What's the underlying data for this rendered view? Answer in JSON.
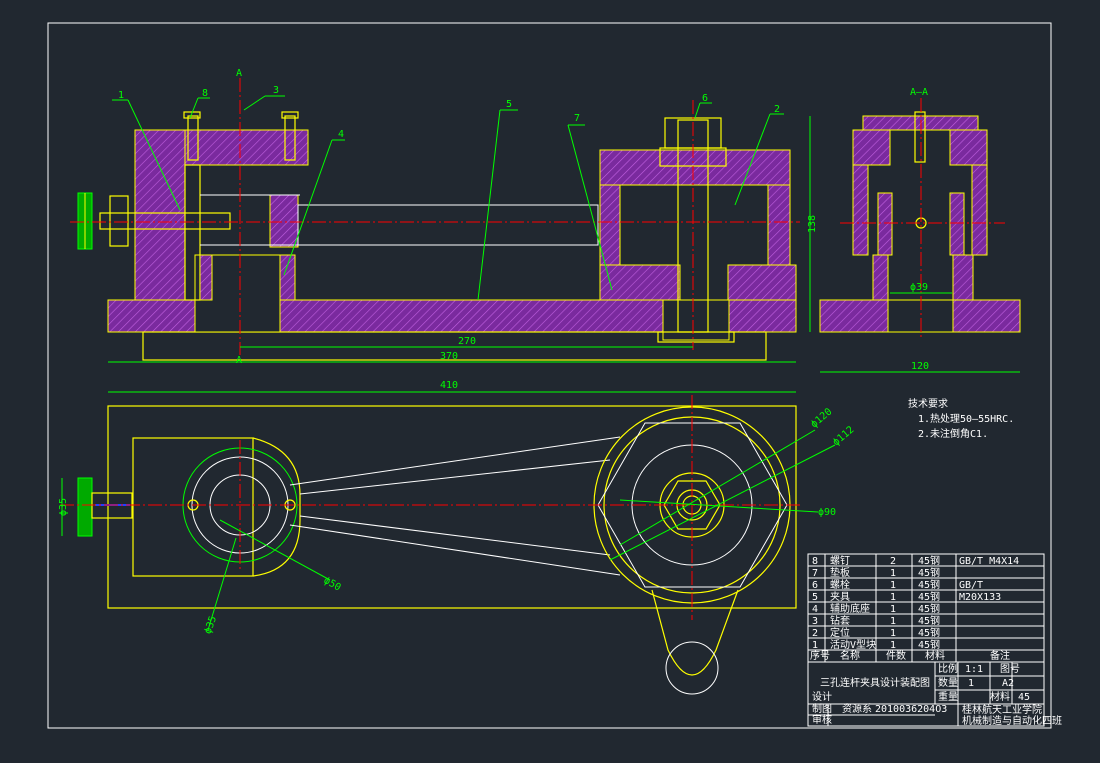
{
  "colors": {
    "background": "#212830",
    "outline": "#ffffff",
    "part": "#ffff00",
    "dimension": "#00ff00",
    "centerline": "#ff0000",
    "hatch": "#9b30c8"
  },
  "section_labels": {
    "a_top": "A",
    "a_bottom": "A",
    "section_title": "A—A"
  },
  "balloons": [
    "1",
    "8",
    "3",
    "4",
    "5",
    "6",
    "7",
    "2"
  ],
  "dimensions": {
    "d270": "270",
    "d370": "370",
    "d410": "410",
    "d138": "138",
    "d120": "120",
    "phi39": "ϕ39",
    "phi120": "ϕ120",
    "phi112": "ϕ112",
    "phi90": "ϕ90",
    "phi50": "ϕ50",
    "phi35_left": "ϕ35",
    "phi35_bottom": "ϕ35"
  },
  "tech_requirements": {
    "title": "技术要求",
    "items": [
      "1.热处理50—55HRC.",
      "2.未注倒角C1."
    ]
  },
  "bom": {
    "rows": [
      {
        "no": "8",
        "name": "螺钉",
        "qty": "2",
        "material": "45钢",
        "note": "GB/T  M4X14"
      },
      {
        "no": "7",
        "name": "垫板",
        "qty": "1",
        "material": "45钢",
        "note": ""
      },
      {
        "no": "6",
        "name": "螺栓",
        "qty": "1",
        "material": "45钢",
        "note": "GB/T"
      },
      {
        "no": "5",
        "name": "夹具",
        "qty": "1",
        "material": "45钢",
        "note": "M20X133"
      },
      {
        "no": "4",
        "name": "辅助底座",
        "qty": "1",
        "material": "45钢",
        "note": ""
      },
      {
        "no": "3",
        "name": "钻套",
        "qty": "1",
        "material": "45钢",
        "note": ""
      },
      {
        "no": "2",
        "name": "定位",
        "qty": "1",
        "material": "45钢",
        "note": ""
      },
      {
        "no": "1",
        "name": "活动V型块",
        "qty": "1",
        "material": "45钢",
        "note": ""
      }
    ],
    "header": {
      "no": "序号",
      "name": "名称",
      "qty": "件数",
      "material": "材料",
      "note": "备注"
    }
  },
  "title_block": {
    "drawing_title": "三孔连杆夹具设计装配图",
    "scale_label": "比例",
    "scale_value": "1:1",
    "drawing_no_label": "图号",
    "qty_label": "数量",
    "qty_value": "1",
    "size_value": "A2",
    "weight_label": "重量",
    "material_label": "材料",
    "material_value": "45",
    "design_label": "设计",
    "draw_label": "制图",
    "check_label": "审核",
    "student_label": "资源系",
    "student_id": "2010036204O3",
    "school": "桂林航天工业学院",
    "dept": "机械制造与自动化四班"
  }
}
